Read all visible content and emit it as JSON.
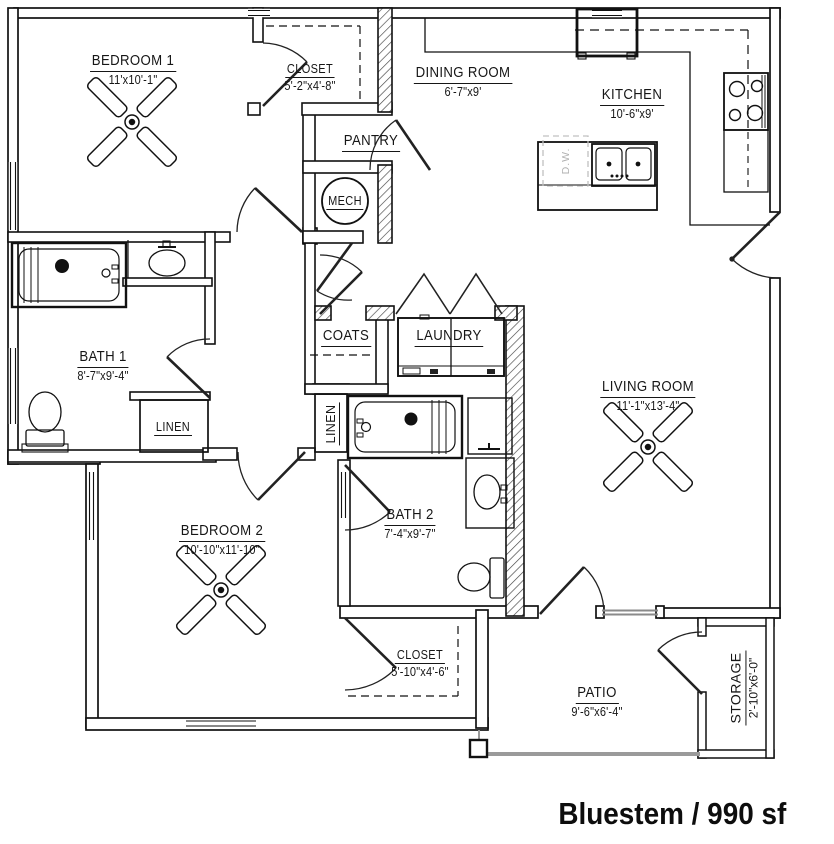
{
  "plan": {
    "title": "Bluestem / 990 sf",
    "rooms": [
      {
        "id": "bedroom1",
        "name": "BEDROOM 1",
        "dims": "11'x10'-1\""
      },
      {
        "id": "closet1",
        "name": "CLOSET",
        "dims": "5'-2\"x4'-8\""
      },
      {
        "id": "dining",
        "name": "DINING ROOM",
        "dims": "6'-7\"x9'"
      },
      {
        "id": "kitchen",
        "name": "KITCHEN",
        "dims": "10'-6\"x9'"
      },
      {
        "id": "pantry",
        "name": "PANTRY",
        "dims": ""
      },
      {
        "id": "mech",
        "name": "MECH",
        "dims": ""
      },
      {
        "id": "bath1",
        "name": "BATH 1",
        "dims": "8'-7\"x9'-4\""
      },
      {
        "id": "linen1",
        "name": "LINEN",
        "dims": ""
      },
      {
        "id": "coats",
        "name": "COATS",
        "dims": ""
      },
      {
        "id": "laundry",
        "name": "LAUNDRY",
        "dims": ""
      },
      {
        "id": "linen2",
        "name": "LINEN",
        "dims": ""
      },
      {
        "id": "living",
        "name": "LIVING ROOM",
        "dims": "11'-1\"x13'-4\""
      },
      {
        "id": "bedroom2",
        "name": "BEDROOM 2",
        "dims": "10'-10\"x11'-10\""
      },
      {
        "id": "bath2",
        "name": "BATH 2",
        "dims": "7'-4\"x9'-7\""
      },
      {
        "id": "closet2",
        "name": "CLOSET",
        "dims": "5'-10\"x4'-6\""
      },
      {
        "id": "patio",
        "name": "PATIO",
        "dims": "9'-6\"x6'-4\""
      },
      {
        "id": "storage",
        "name": "STORAGE",
        "dims": "2'-10\"x6'-0\""
      }
    ],
    "appliances": {
      "dishwasher": "D.W."
    },
    "colors": {
      "wall": "#111111",
      "patio_edge": "#9a9a9a",
      "dw_text": "#b0b0b0"
    }
  }
}
